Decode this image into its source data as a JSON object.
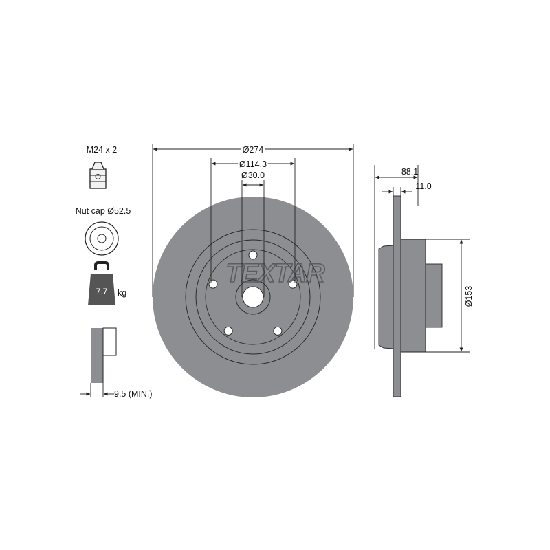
{
  "brand": "TEXTAR",
  "colors": {
    "disc": "#8c8e91",
    "disc_dark": "#707275",
    "line": "#222222",
    "background": "#ffffff"
  },
  "side_panel": {
    "nut_label": "M24 x 2",
    "nut_cap_label": "Nut cap Ø52.5",
    "weight_value": "7.7",
    "weight_unit": "kg",
    "min_thickness_label": "9.5 (MIN.)"
  },
  "front_view": {
    "outer_diameter": "Ø274",
    "bolt_circle": "Ø114.3",
    "center_bore": "Ø30.0"
  },
  "side_view": {
    "overall_height": "88.1",
    "disc_thickness": "11.0",
    "hub_diameter": "Ø153"
  },
  "icons": [
    "hex-nut-icon",
    "nut-cap-icon",
    "weight-icon",
    "min-thickness-icon"
  ]
}
